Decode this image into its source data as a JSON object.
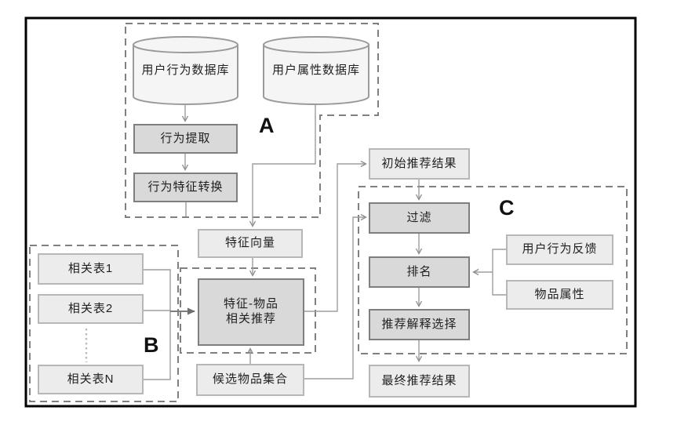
{
  "figure": {
    "groups": {
      "a_label": "A",
      "b_label": "B",
      "c_label": "C"
    },
    "nodes": {
      "user_behavior_db": "用户行为数据库",
      "user_attr_db": "用户属性数据库",
      "behavior_extract": "行为提取",
      "behavior_feature_convert": "行为特征转换",
      "feature_vector": "特征向量",
      "related_table_1": "相关表1",
      "related_table_2": "相关表2",
      "related_table_n": "相关表N",
      "feature_item_rec_line1": "特征-物品",
      "feature_item_rec_line2": "相关推荐",
      "candidate_item_set": "候选物品集合",
      "initial_rec_result": "初始推荐结果",
      "filter": "过滤",
      "ranking": "排名",
      "rec_explain_select": "推荐解释选择",
      "final_rec_result": "最终推荐结果",
      "user_behavior_feedback": "用户行为反馈",
      "item_attributes": "物品属性"
    },
    "colors": {
      "dark_box_fill": "#d9d9d9",
      "dark_box_border": "#7f7f7f",
      "light_box_fill": "#ececec",
      "light_box_border": "#b7b7b7",
      "cylinder_fill": "#f5f5f5",
      "connector_line": "#999999",
      "dashed_border": "#808080",
      "outer_border": "#000000"
    }
  }
}
